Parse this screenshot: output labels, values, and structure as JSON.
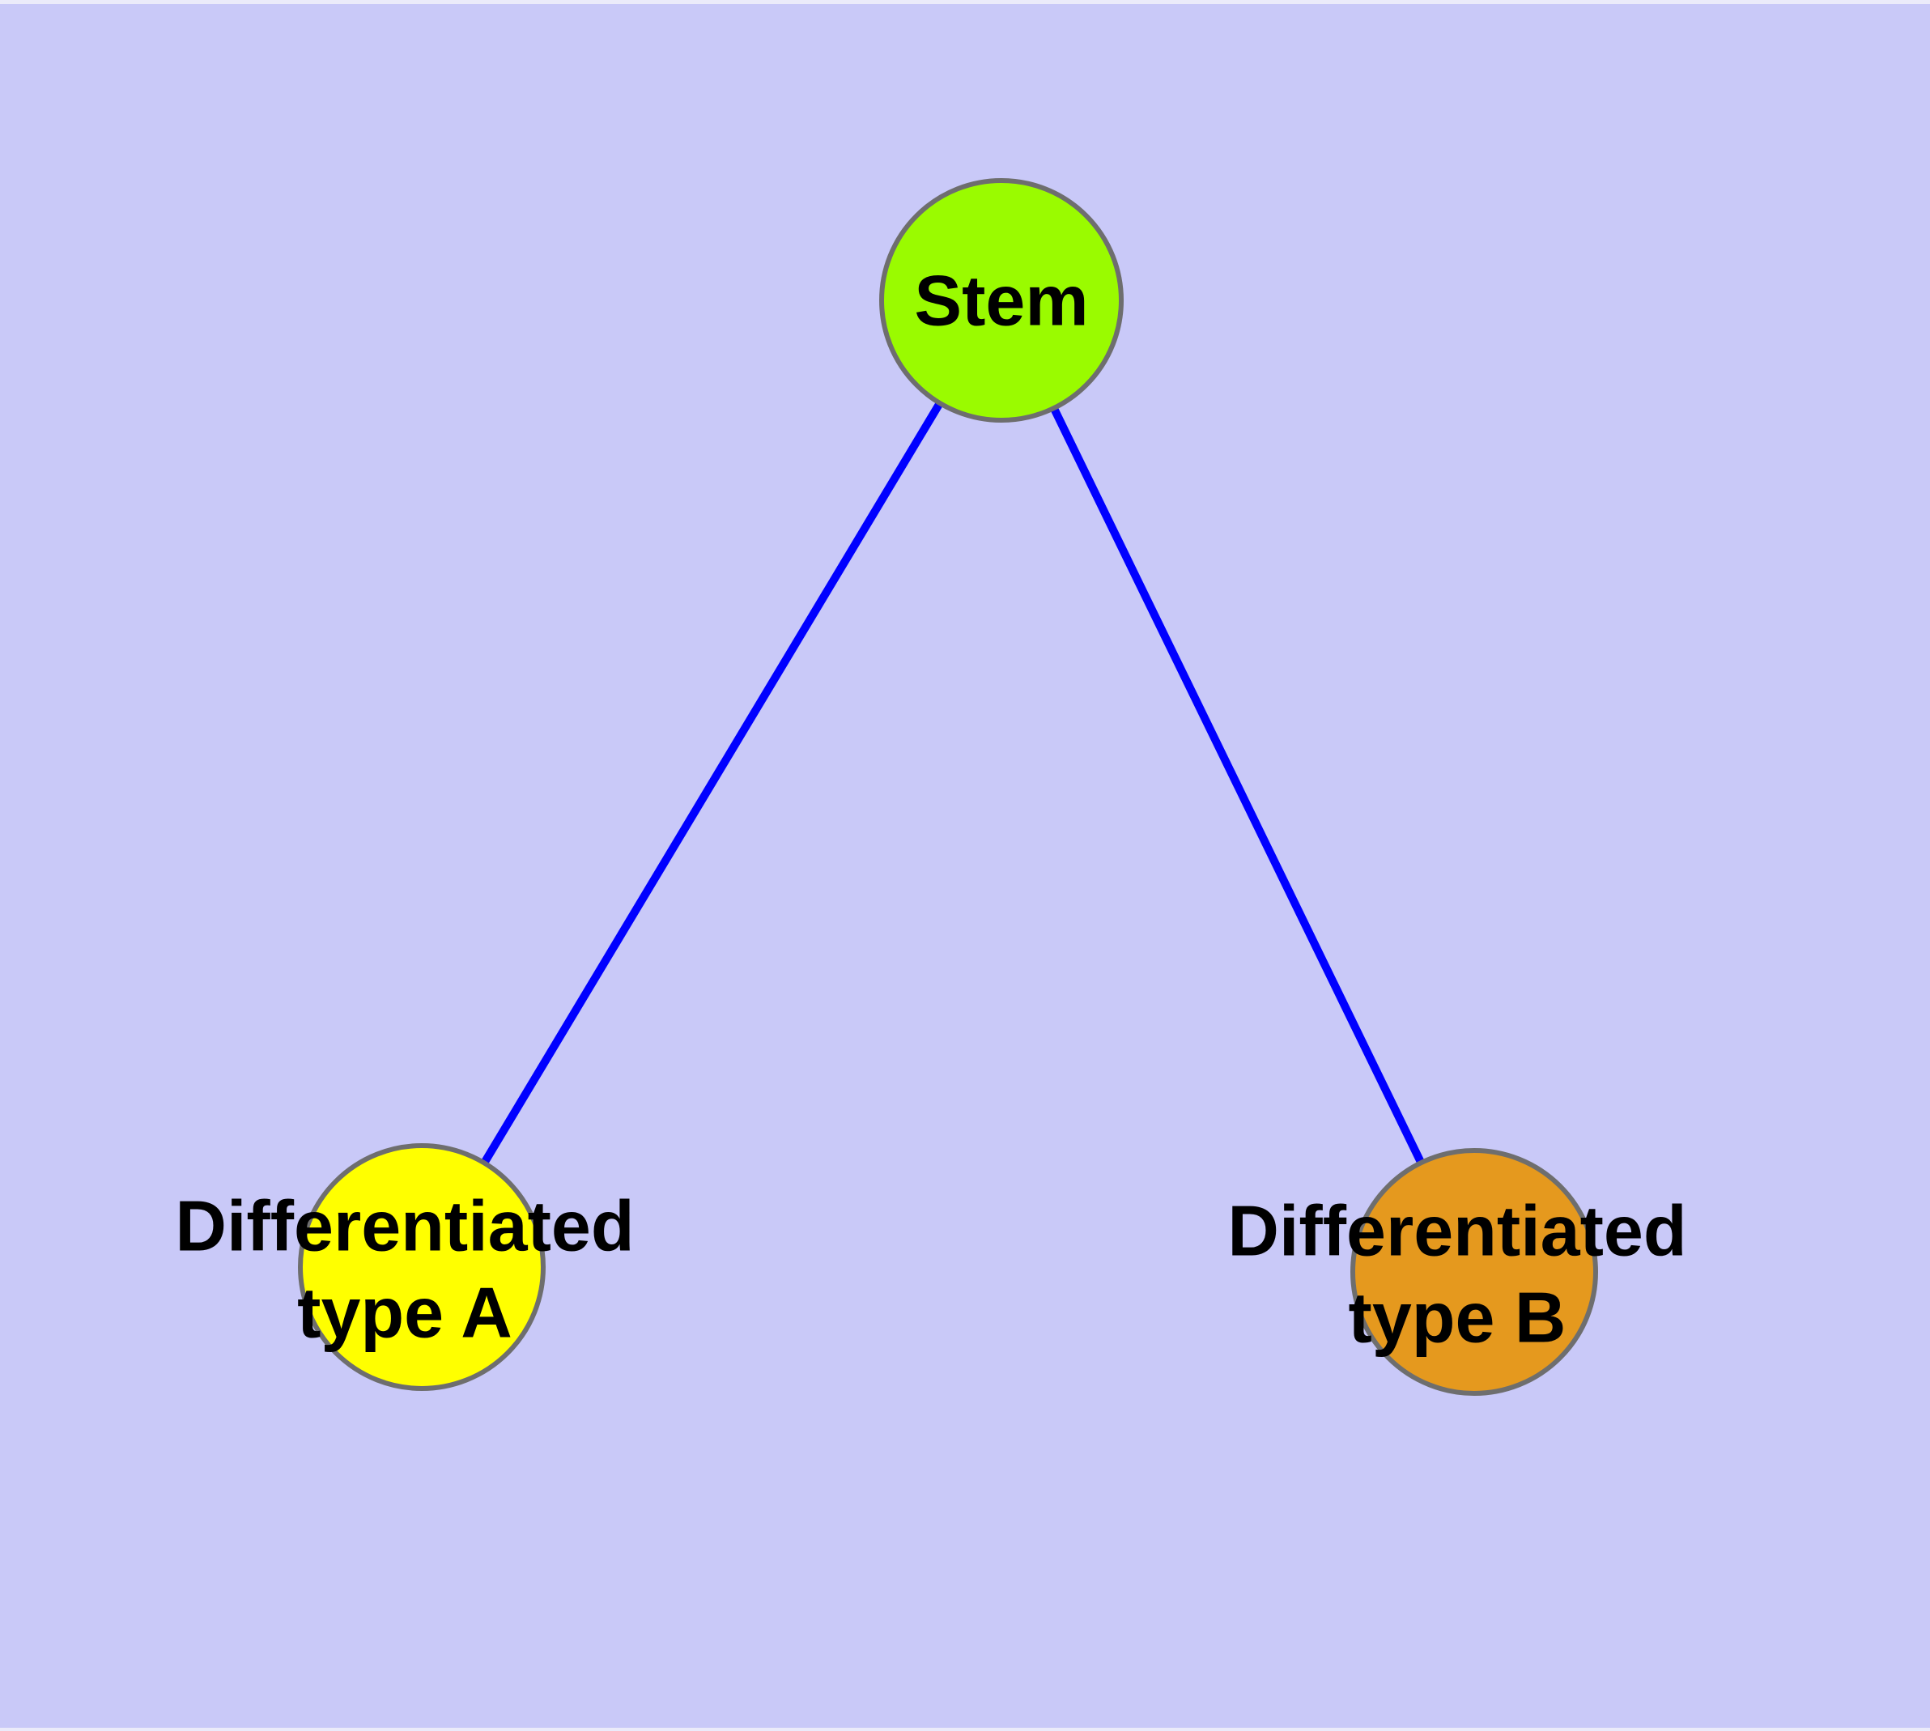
{
  "diagram": {
    "type": "graph",
    "background_color": "#c9c9f8",
    "edge_color": "#0000ff",
    "node_border_color": "#6e6e6e",
    "label_color": "#000000",
    "nodes": [
      {
        "id": "stem",
        "label": "Stem",
        "color": "#9afb00"
      },
      {
        "id": "differentiated-type-a",
        "label": "Differentiated\ntype A",
        "color": "#ffff00"
      },
      {
        "id": "differentiated-type-b",
        "label": "Differentiated\ntype B",
        "color": "#e5991e"
      }
    ],
    "edges": [
      {
        "from": "stem",
        "to": "differentiated-type-a"
      },
      {
        "from": "stem",
        "to": "differentiated-type-b"
      }
    ]
  }
}
